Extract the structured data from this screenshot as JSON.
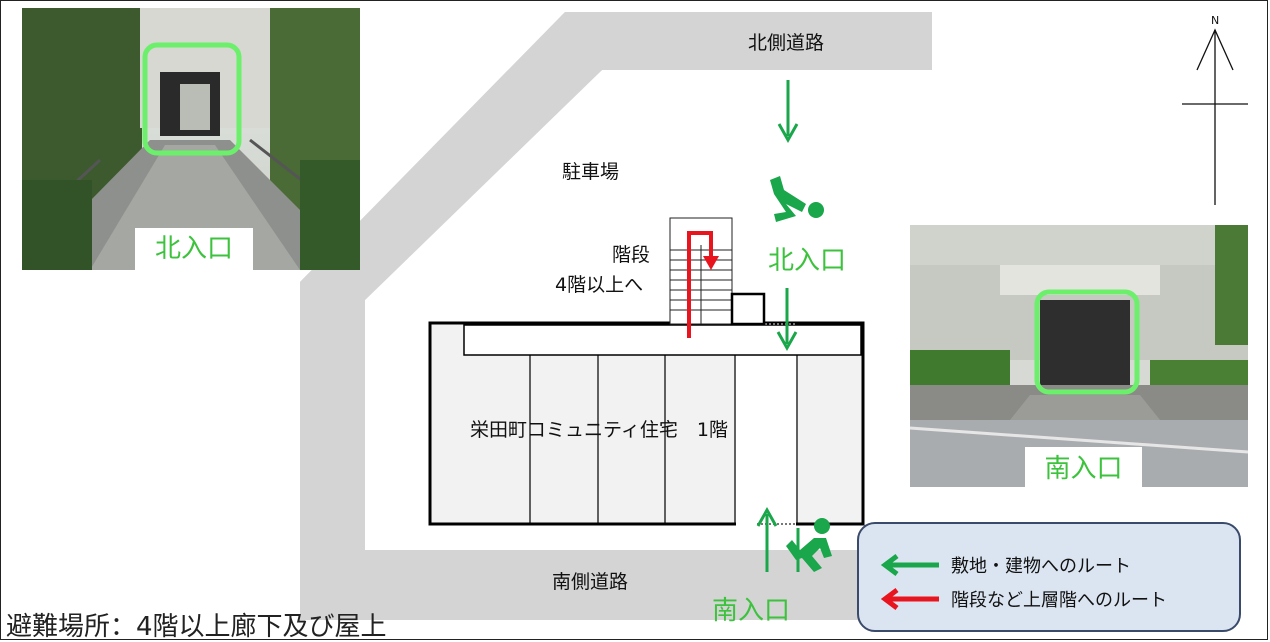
{
  "roads": {
    "north": "北側道路",
    "south": "南側道路"
  },
  "parking": "駐車場",
  "stairs": {
    "line1": "階段",
    "line2": "4階以上へ"
  },
  "building": {
    "name": "栄田町コミュニティ住宅　1階"
  },
  "entrances": {
    "north": "北入口",
    "south": "南入口"
  },
  "photos": {
    "north_tag": "北入口",
    "south_tag": "南入口"
  },
  "compass": {
    "label": "N"
  },
  "legend": {
    "route_site": "敷地・建物へのルート",
    "route_upper": "階段など上層階へのルート"
  },
  "footer": "避難場所：4階以上廊下及び屋上",
  "colors": {
    "road": "#d4d4d4",
    "route_green": "#1aa64a",
    "route_red": "#e8141e",
    "label_green": "#3cc23c",
    "legend_bg": "#dbe5f1"
  }
}
